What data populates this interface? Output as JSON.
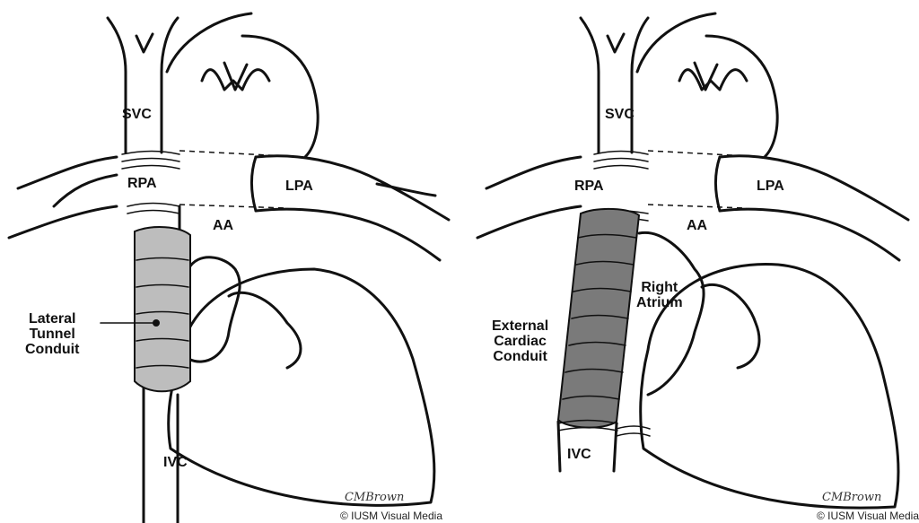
{
  "left": {
    "labels": {
      "svc": "SVC",
      "rpa": "RPA",
      "lpa": "LPA",
      "aa": "AA",
      "ivc": "IVC",
      "conduit": [
        "Lateral",
        "Tunnel",
        "Conduit"
      ]
    },
    "signature": "CMBrown",
    "copyright": "© IUSM Visual Media"
  },
  "right": {
    "labels": {
      "svc": "SVC",
      "rpa": "RPA",
      "lpa": "LPA",
      "aa": "AA",
      "ivc": "IVC",
      "right_atrium": [
        "Right",
        "Atrium"
      ],
      "conduit": [
        "External",
        "Cardiac",
        "Conduit"
      ]
    },
    "signature": "CMBrown",
    "copyright": "© IUSM Visual Media"
  },
  "colors": {
    "conduit_left": "#bdbdbd",
    "conduit_right": "#7a7a7a",
    "ink": "#111111"
  }
}
